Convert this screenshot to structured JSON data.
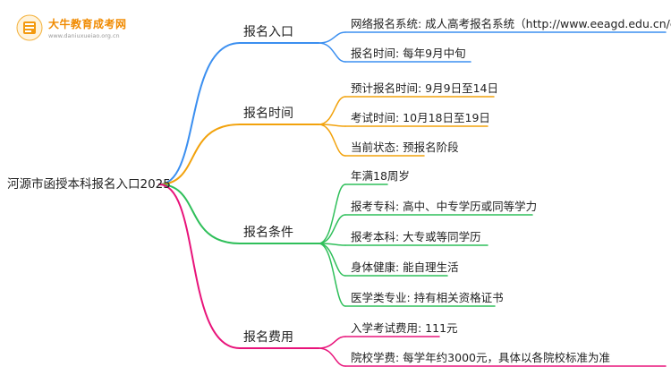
{
  "logo": {
    "title": "大牛教育成考网",
    "url": "www.daniuxueiao.org.cn"
  },
  "colors": {
    "blue": "#3b8ff0",
    "orange": "#f2a20c",
    "green": "#2fbf5a",
    "pink": "#e8137a"
  },
  "root": "河源市函授本科报名入口2025",
  "branches": [
    {
      "label": "报名入口",
      "color": "blue",
      "leaves": [
        "网络报名系统: 成人高考报名系统（http://www.eeagd.edu.cn/cr）",
        "报名时间: 每年9月中旬"
      ]
    },
    {
      "label": "报名时间",
      "color": "orange",
      "leaves": [
        "预计报名时间: 9月9日至14日",
        "考试时间: 10月18日至19日",
        "当前状态: 预报名阶段"
      ]
    },
    {
      "label": "报名条件",
      "color": "green",
      "leaves": [
        "年满18周岁",
        "报考专科: 高中、中专学历或同等学力",
        "报考本科: 大专或等同学历",
        "身体健康: 能自理生活",
        "医学类专业: 持有相关资格证书"
      ]
    },
    {
      "label": "报名费用",
      "color": "pink",
      "leaves": [
        "入学考试费用: 111元",
        "院校学费: 每学年约3000元，具体以各院校标准为准"
      ]
    }
  ]
}
